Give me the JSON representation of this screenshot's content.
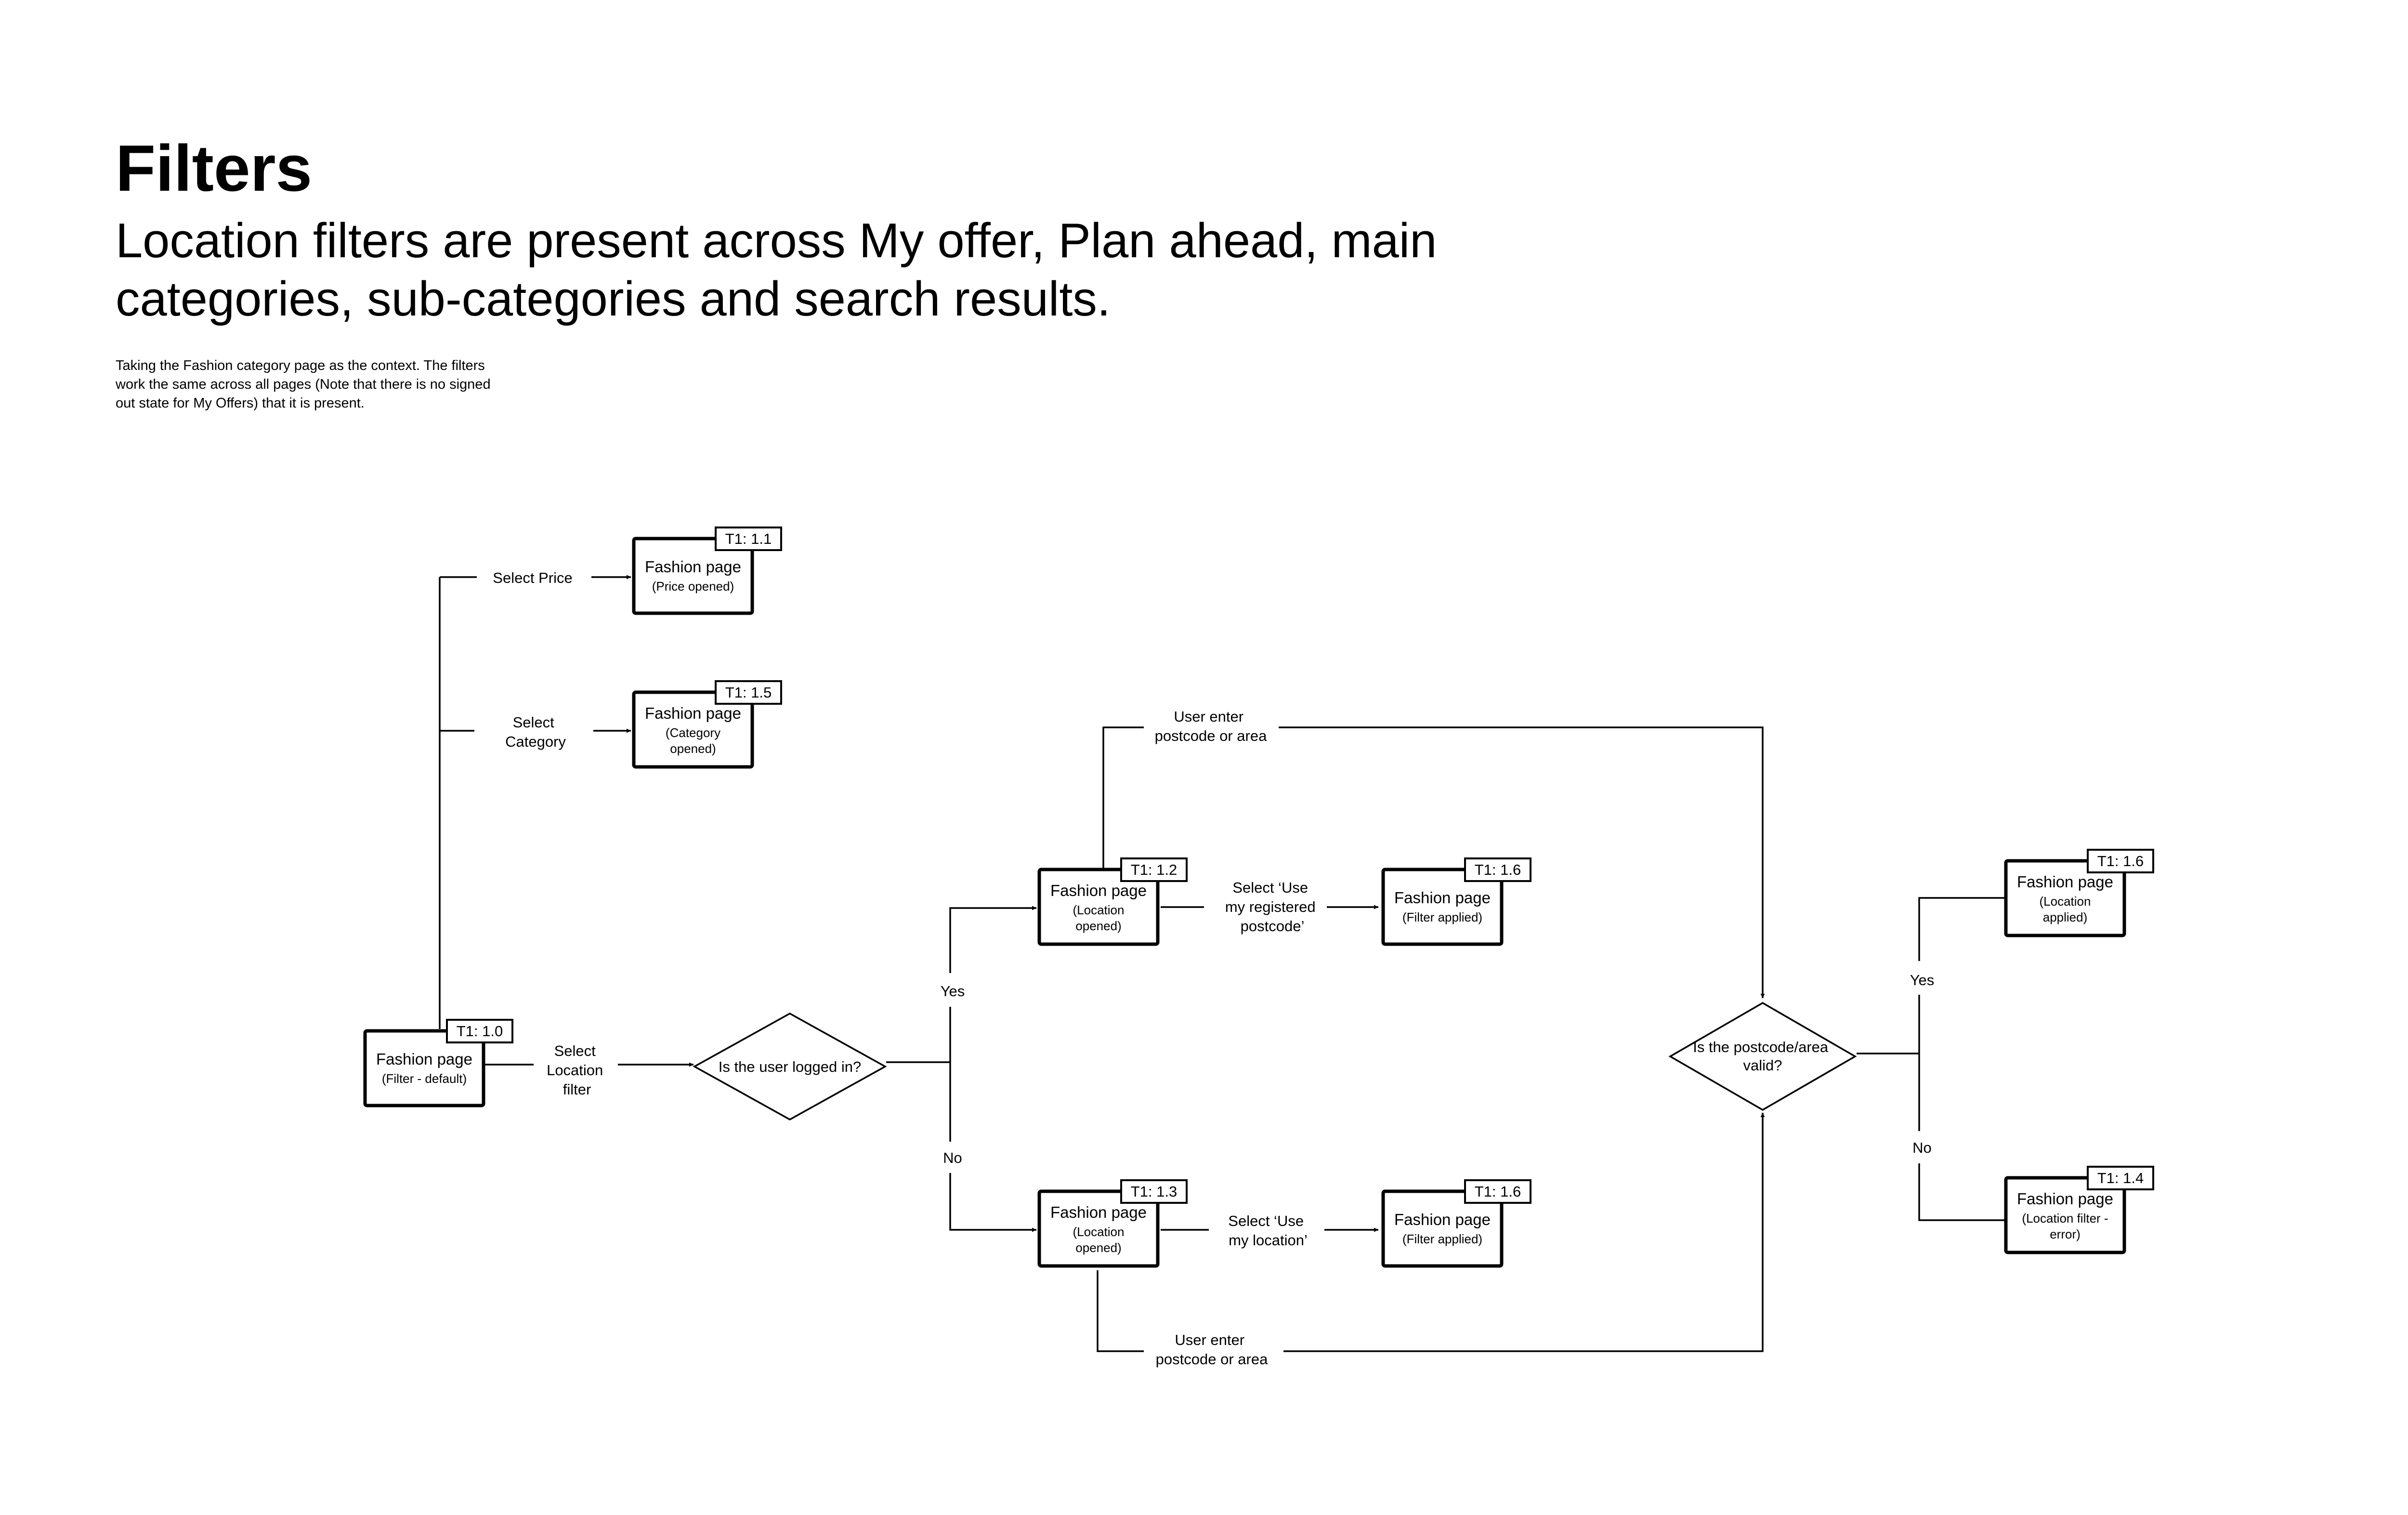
{
  "header": {
    "title": "Filters",
    "subtitle_lines": [
      "Location filters are present across My offer, Plan ahead, main",
      "categories, sub-categories and search results."
    ],
    "note_lines": [
      "Taking the Fashion category page as the context. The filters",
      "work the same across all pages (Note that there is no signed",
      "out state for My Offers) that it is present."
    ]
  },
  "diagram": {
    "nodes": {
      "t10": {
        "tag": "T1: 1.0",
        "title": "Fashion page",
        "state": [
          "(Filter - default)"
        ]
      },
      "t11": {
        "tag": "T1: 1.1",
        "title": "Fashion page",
        "state": [
          "(Price opened)"
        ]
      },
      "t15": {
        "tag": "T1: 1.5",
        "title": "Fashion page",
        "state": [
          "(Category",
          "opened)"
        ]
      },
      "t12": {
        "tag": "T1: 1.2",
        "title": "Fashion page",
        "state": [
          "(Location",
          "opened)"
        ]
      },
      "t13": {
        "tag": "T1: 1.3",
        "title": "Fashion page",
        "state": [
          "(Location",
          "opened)"
        ]
      },
      "t16a": {
        "tag": "T1: 1.6",
        "title": "Fashion page",
        "state": [
          "(Filter applied)"
        ]
      },
      "t16b": {
        "tag": "T1: 1.6",
        "title": "Fashion page",
        "state": [
          "(Filter applied)"
        ]
      },
      "t16c": {
        "tag": "T1: 1.6",
        "title": "Fashion page",
        "state": [
          "(Location",
          "applied)"
        ]
      },
      "t14": {
        "tag": "T1: 1.4",
        "title": "Fashion page",
        "state": [
          "(Location filter -",
          "error)"
        ]
      }
    },
    "decisions": {
      "logged_in": [
        "Is the user logged in?"
      ],
      "valid": [
        "Is the postcode/area",
        "valid?"
      ]
    },
    "labels": {
      "select_price": [
        "Select Price"
      ],
      "select_category": [
        "Select",
        "Category"
      ],
      "select_location": [
        "Select",
        "Location",
        "filter"
      ],
      "yes_logged": [
        "Yes"
      ],
      "no_logged": [
        "No"
      ],
      "use_registered": [
        "Select ‘Use",
        "my registered",
        "postcode’"
      ],
      "use_location": [
        "Select ‘Use",
        "my location’"
      ],
      "enter_top": [
        "User enter",
        "postcode or area"
      ],
      "enter_bottom": [
        "User enter",
        "postcode or area"
      ],
      "yes_valid": [
        "Yes"
      ],
      "no_valid": [
        "No"
      ]
    }
  }
}
